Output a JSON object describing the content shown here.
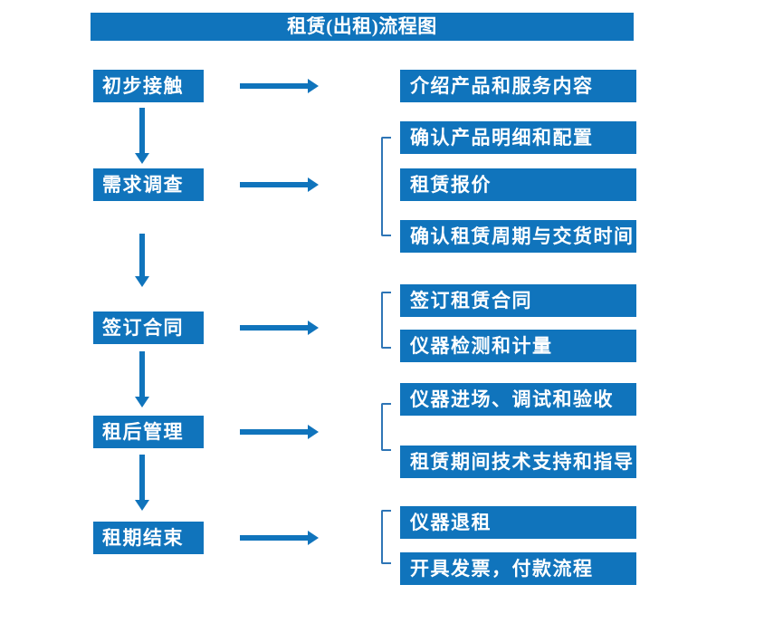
{
  "title": "租赁(出租)流程图",
  "diagram": {
    "type": "flowchart",
    "direction": "top-down-with-right-branches"
  },
  "colors": {
    "box_blue": "#1074BC",
    "bracket_blue": "#2E75B6",
    "text": "#FFFFFF",
    "background": "#FFFFFF"
  },
  "flow": [
    {
      "stage": "初步接触",
      "details": [
        "介绍产品和服务内容"
      ]
    },
    {
      "stage": "需求调查",
      "details": [
        "确认产品明细和配置",
        "租赁报价",
        "确认租赁周期与交货时间"
      ]
    },
    {
      "stage": "签订合同",
      "details": [
        "签订租赁合同",
        "仪器检测和计量"
      ]
    },
    {
      "stage": "租后管理",
      "details": [
        "仪器进场、调试和验收",
        "租赁期间技术支持和指导"
      ]
    },
    {
      "stage": "租期结束",
      "details": [
        "仪器退租",
        "开具发票，付款流程"
      ]
    }
  ]
}
